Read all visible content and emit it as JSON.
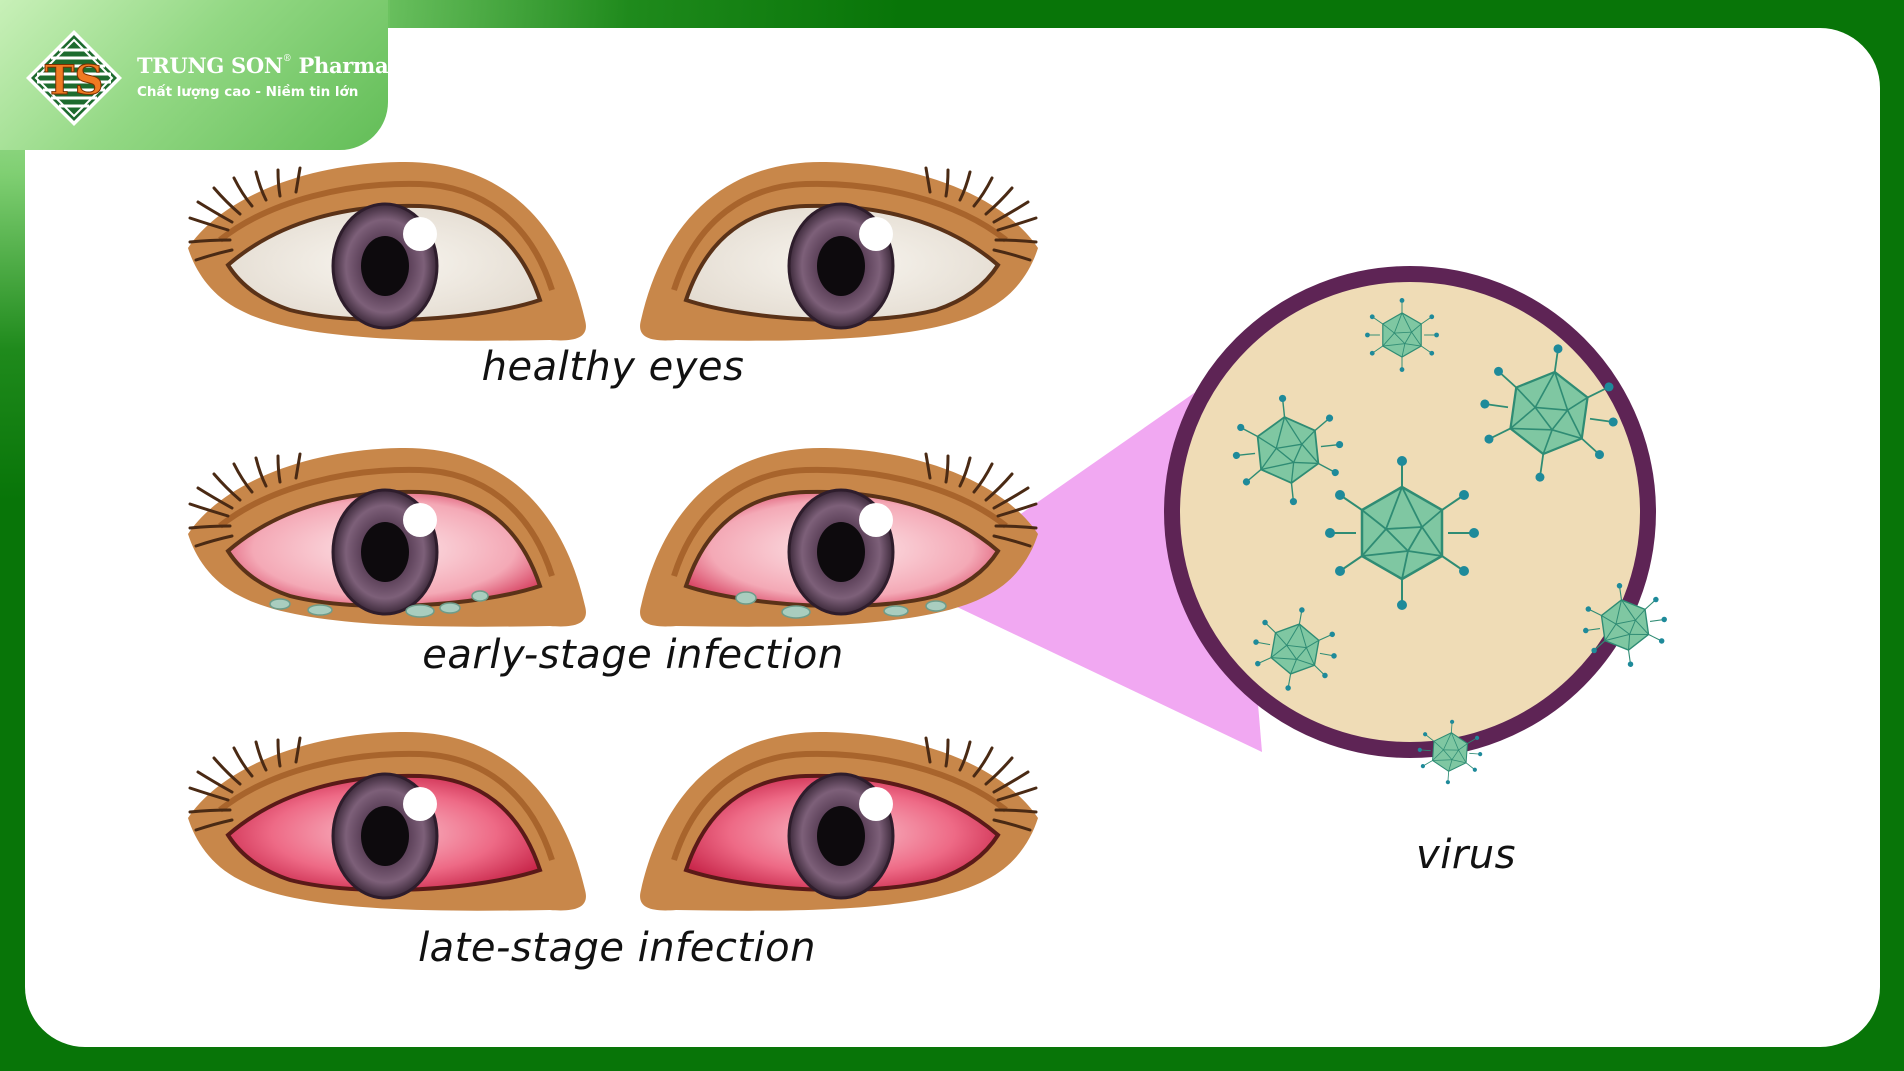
{
  "brand": {
    "logo_icon": "ts-diamond-logo-icon",
    "logo_letters": "TS",
    "name": "TRUNG SON",
    "registered_mark": "®",
    "name_suffix": "Pharma",
    "tagline": "Chất lượng cao - Niềm tin lớn"
  },
  "colors": {
    "frame_green": "#087508",
    "frame_light_green": "#c4eeb6",
    "card_white": "#ffffff",
    "skin": "#c8874a",
    "iris": "#6b4f68",
    "pupil": "#0d0a0d",
    "sclera_healthy": "#f1ece4",
    "sclera_infected": "#f3a7b3",
    "sclera_late": "#e94a6a",
    "magnifier_cone": "#f1a8f2",
    "circle_ring": "#5e2455",
    "circle_fill": "#efdcb6",
    "virus_fill": "#7fc7a2",
    "virus_stroke": "#2f8c74",
    "virus_node": "#1e8a9a"
  },
  "stages": [
    {
      "label": "healthy eyes",
      "condition": "healthy"
    },
    {
      "label": "early-stage infection",
      "condition": "early"
    },
    {
      "label": "late-stage infection",
      "condition": "late"
    }
  ],
  "magnifier": {
    "label": "virus",
    "icon": "virus-particles-icon"
  }
}
